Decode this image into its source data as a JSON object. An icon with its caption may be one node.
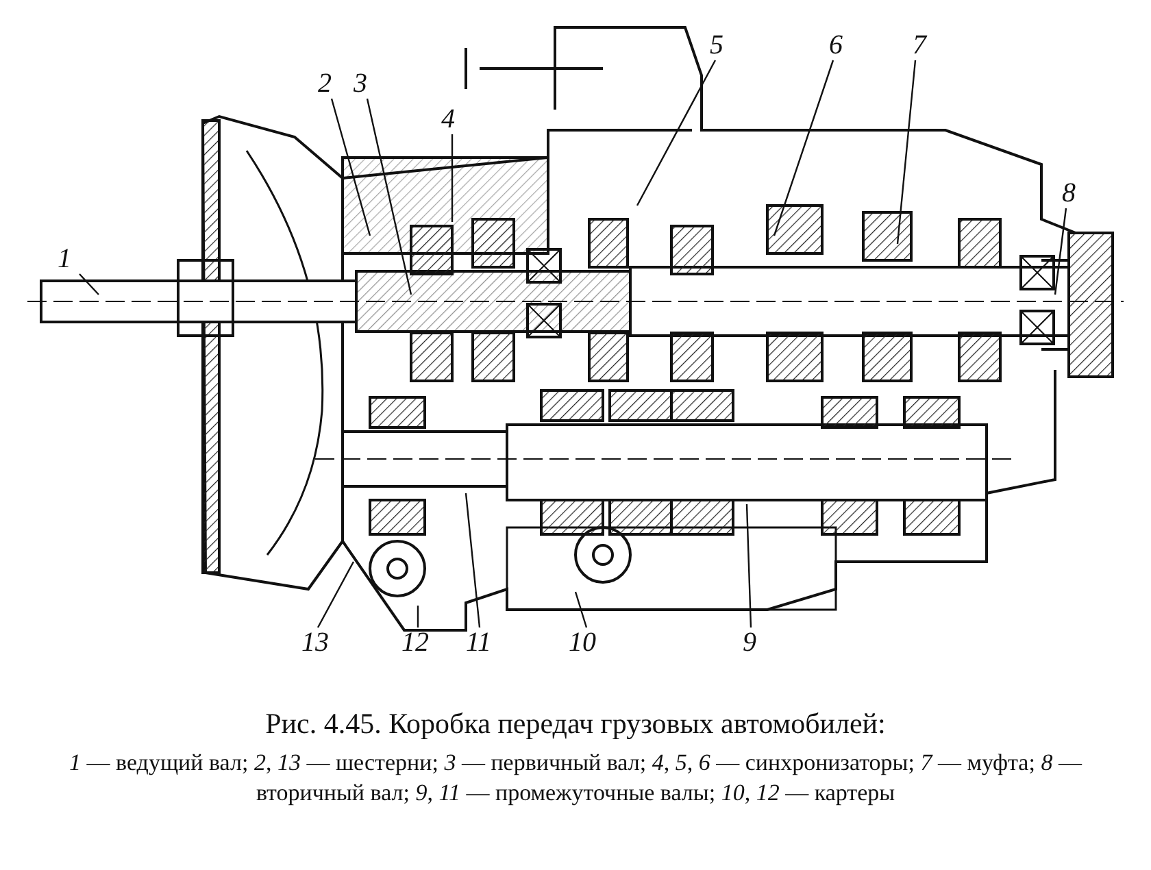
{
  "diagram": {
    "title": "Рис. 4.45. Коробка передач грузовых автомобилей:",
    "caption": "*1* — ведущий вал; *2*, *13* — шестерни; *3* — первичный вал; *4*, *5*, *6* — синхронизаторы; *7* — муфта; *8* — вторичный вал; *9*, *11* — промежуточные валы; *10*, *12* — картеры",
    "nodes": [
      {
        "text": [
          "1"
        ]
      },
      {
        "text": [
          "2"
        ]
      },
      {
        "text": [
          "3"
        ]
      },
      {
        "text": [
          "4"
        ]
      },
      {
        "text": [
          "5"
        ]
      },
      {
        "text": [
          "6"
        ]
      },
      {
        "text": [
          "7"
        ]
      },
      {
        "text": [
          "8"
        ]
      },
      {
        "text": [
          "13"
        ]
      },
      {
        "text": [
          "12"
        ]
      },
      {
        "text": [
          "11"
        ]
      },
      {
        "text": [
          "10"
        ]
      },
      {
        "text": [
          "9"
        ]
      }
    ],
    "edges": [
      {
        "from": 0,
        "to": null,
        "arrow": "none"
      },
      {
        "from": 1,
        "to": null,
        "arrow": "none"
      },
      {
        "from": 2,
        "to": null,
        "arrow": "none"
      },
      {
        "from": 3,
        "to": null,
        "arrow": "none"
      },
      {
        "from": 4,
        "to": null,
        "arrow": "none"
      },
      {
        "from": 5,
        "to": null,
        "arrow": "none"
      },
      {
        "from": 6,
        "to": null,
        "arrow": "none"
      },
      {
        "from": 7,
        "to": null,
        "arrow": "none"
      },
      {
        "from": 8,
        "to": null,
        "arrow": "none"
      },
      {
        "from": 9,
        "to": null,
        "arrow": "none"
      },
      {
        "from": 10,
        "to": null,
        "arrow": "none"
      },
      {
        "from": 11,
        "to": null,
        "arrow": "none"
      },
      {
        "from": 12,
        "to": null,
        "arrow": "none"
      }
    ]
  }
}
